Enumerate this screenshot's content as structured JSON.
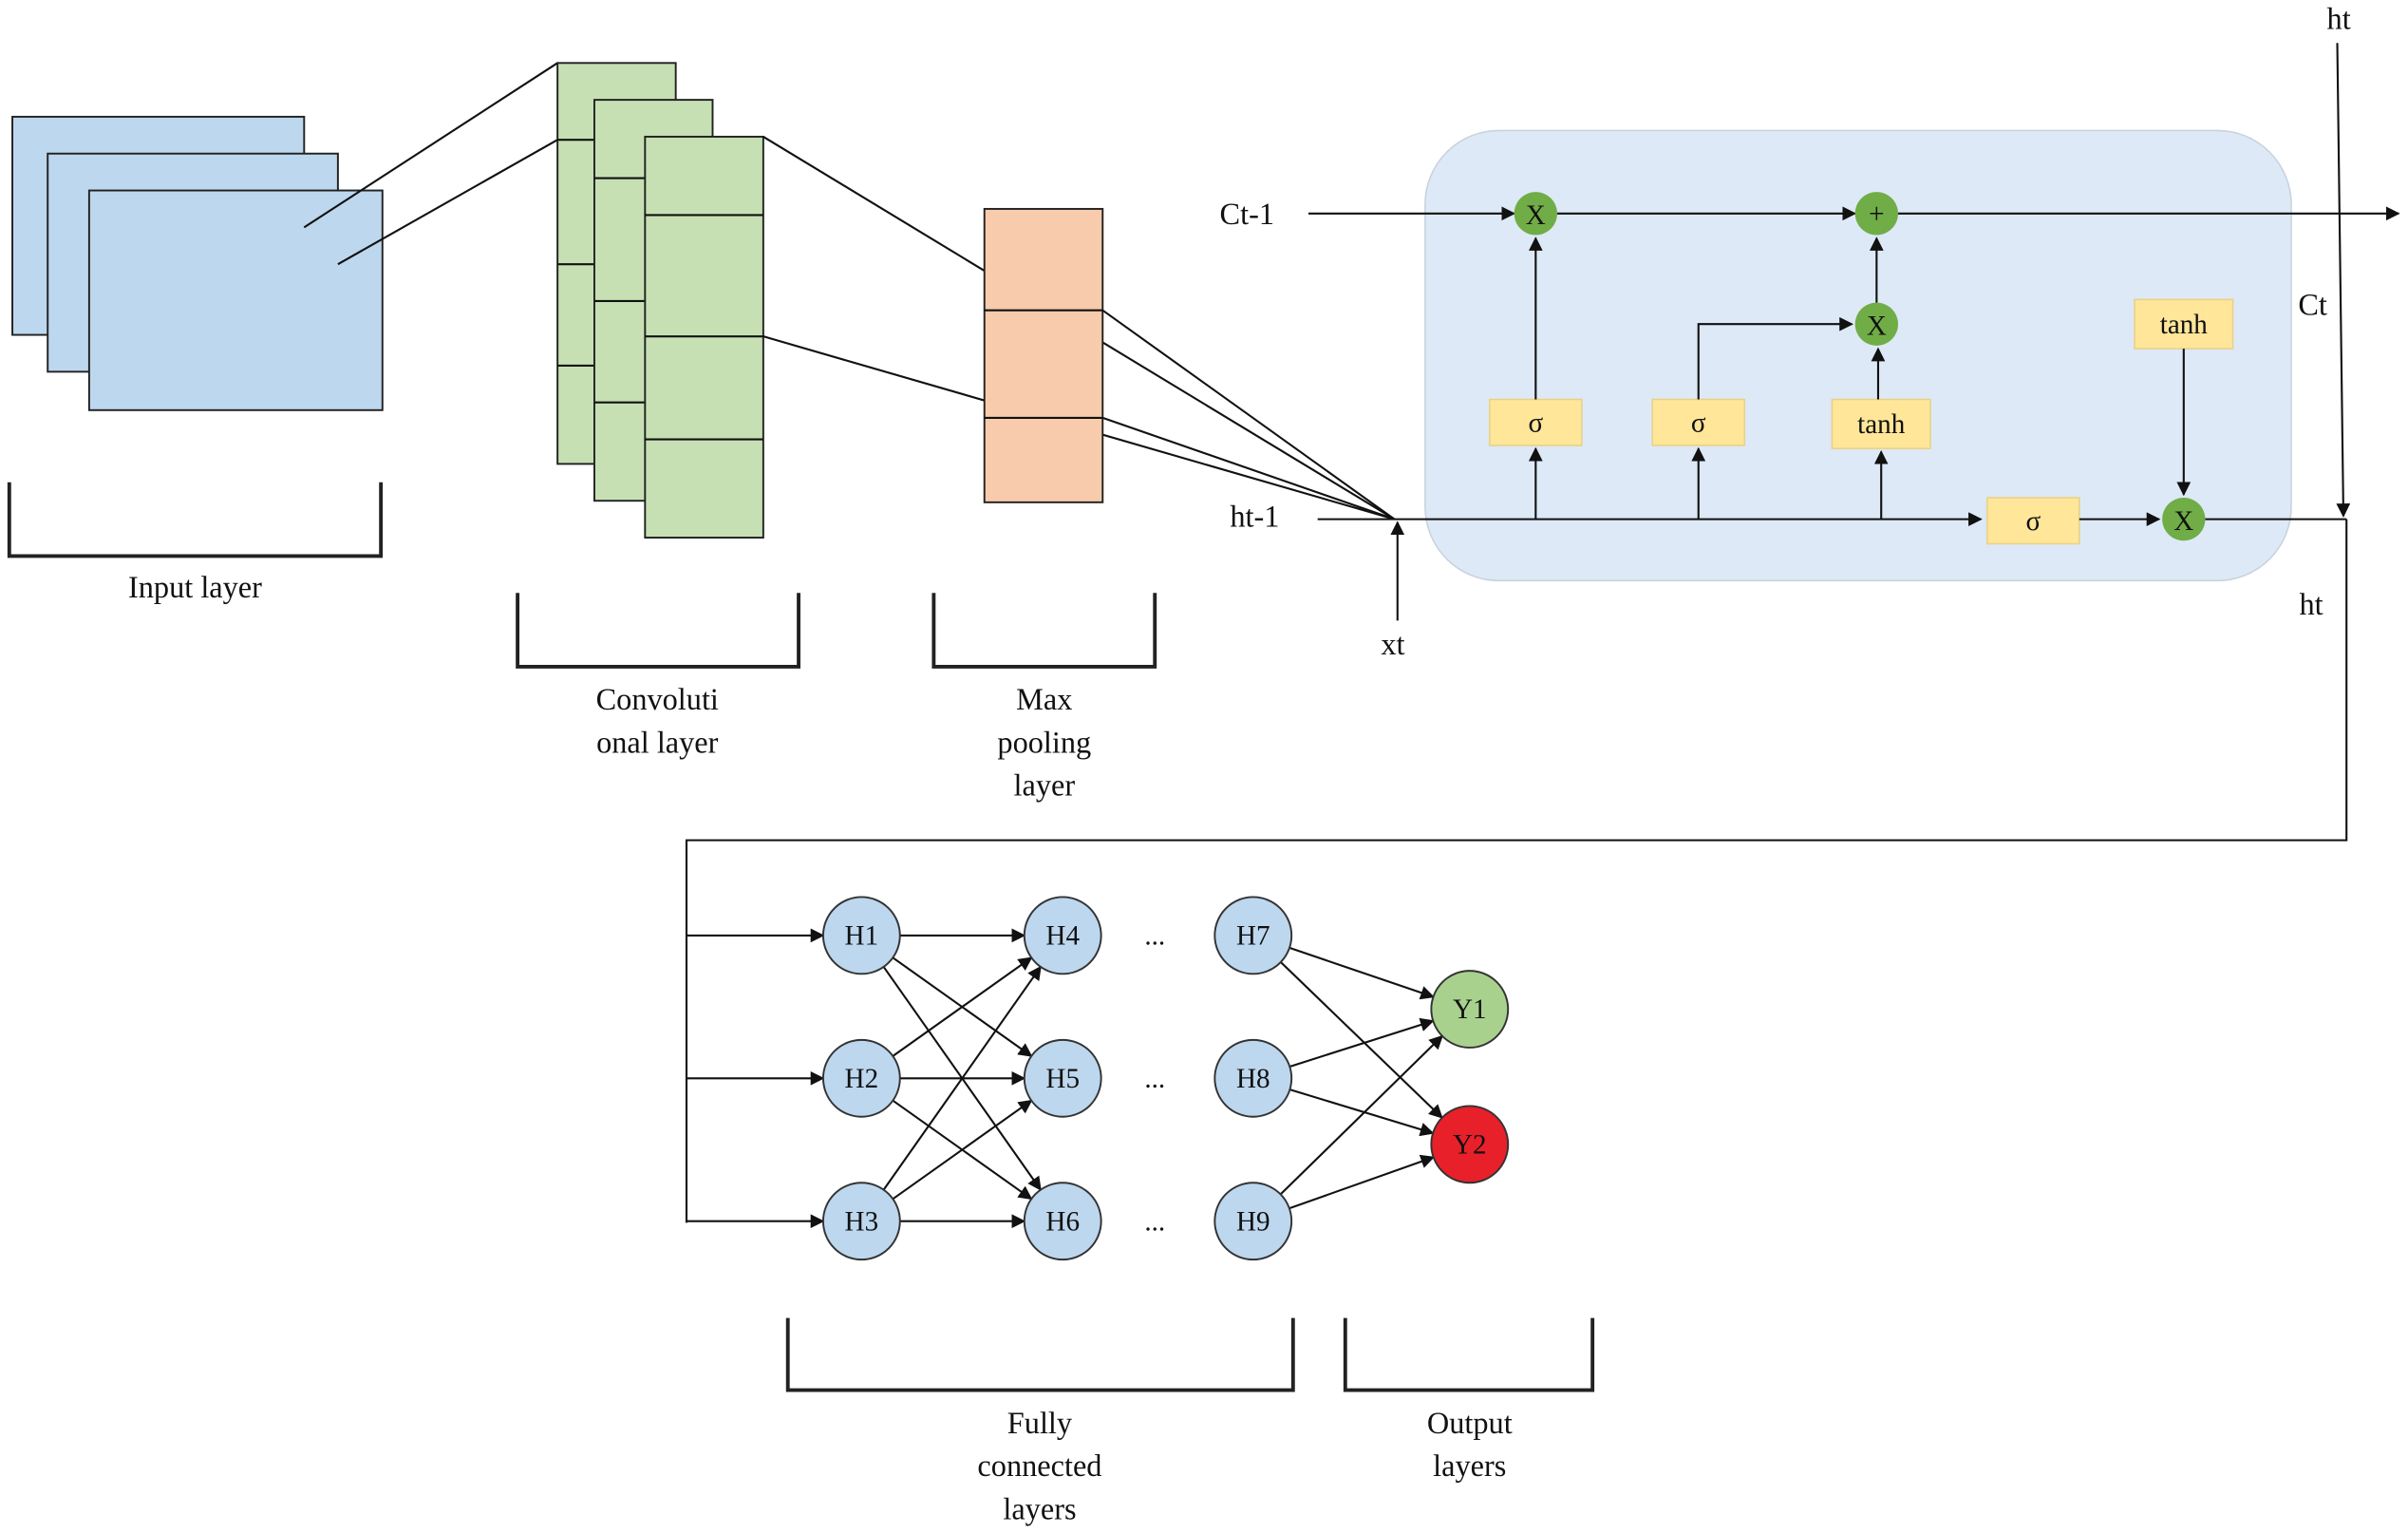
{
  "colors": {
    "input_fill": "#bdd7ee",
    "conv_fill": "#c6e0b4",
    "pool_fill": "#f8cbad",
    "lstm_cell_fill": "#dde9f6",
    "gate_fill": "#ffe699",
    "op_fill": "#70ad47",
    "hidden_fill": "#bdd7ee",
    "y1_fill": "#a9d18e",
    "y2_fill": "#e8202a"
  },
  "cnn": {
    "input_label": "Input layer",
    "conv_label_line1": "Convoluti",
    "conv_label_line2": "onal layer",
    "pool_label_line1": "Max",
    "pool_label_line2": "pooling",
    "pool_label_line3": "layer"
  },
  "lstm": {
    "c_prev": "Ct-1",
    "h_prev": "ht-1",
    "x_t": "xt",
    "c_t": "Ct",
    "h_t_top": "ht",
    "h_t_out": "ht",
    "op_forget": "X",
    "op_add": "+",
    "op_input": "X",
    "op_output": "X",
    "gate_forget": "σ",
    "gate_input": "σ",
    "gate_candidate": "tanh",
    "gate_output": "σ",
    "cell_tanh": "tanh"
  },
  "fc": {
    "nodes": [
      "H1",
      "H2",
      "H3",
      "H4",
      "H5",
      "H6",
      "H7",
      "H8",
      "H9"
    ],
    "ellipsis": "...",
    "outputs": [
      "Y1",
      "Y2"
    ],
    "fc_label_line1": "Fully",
    "fc_label_line2": "connected",
    "fc_label_line3": "layers",
    "out_label_line1": "Output",
    "out_label_line2": "layers"
  }
}
